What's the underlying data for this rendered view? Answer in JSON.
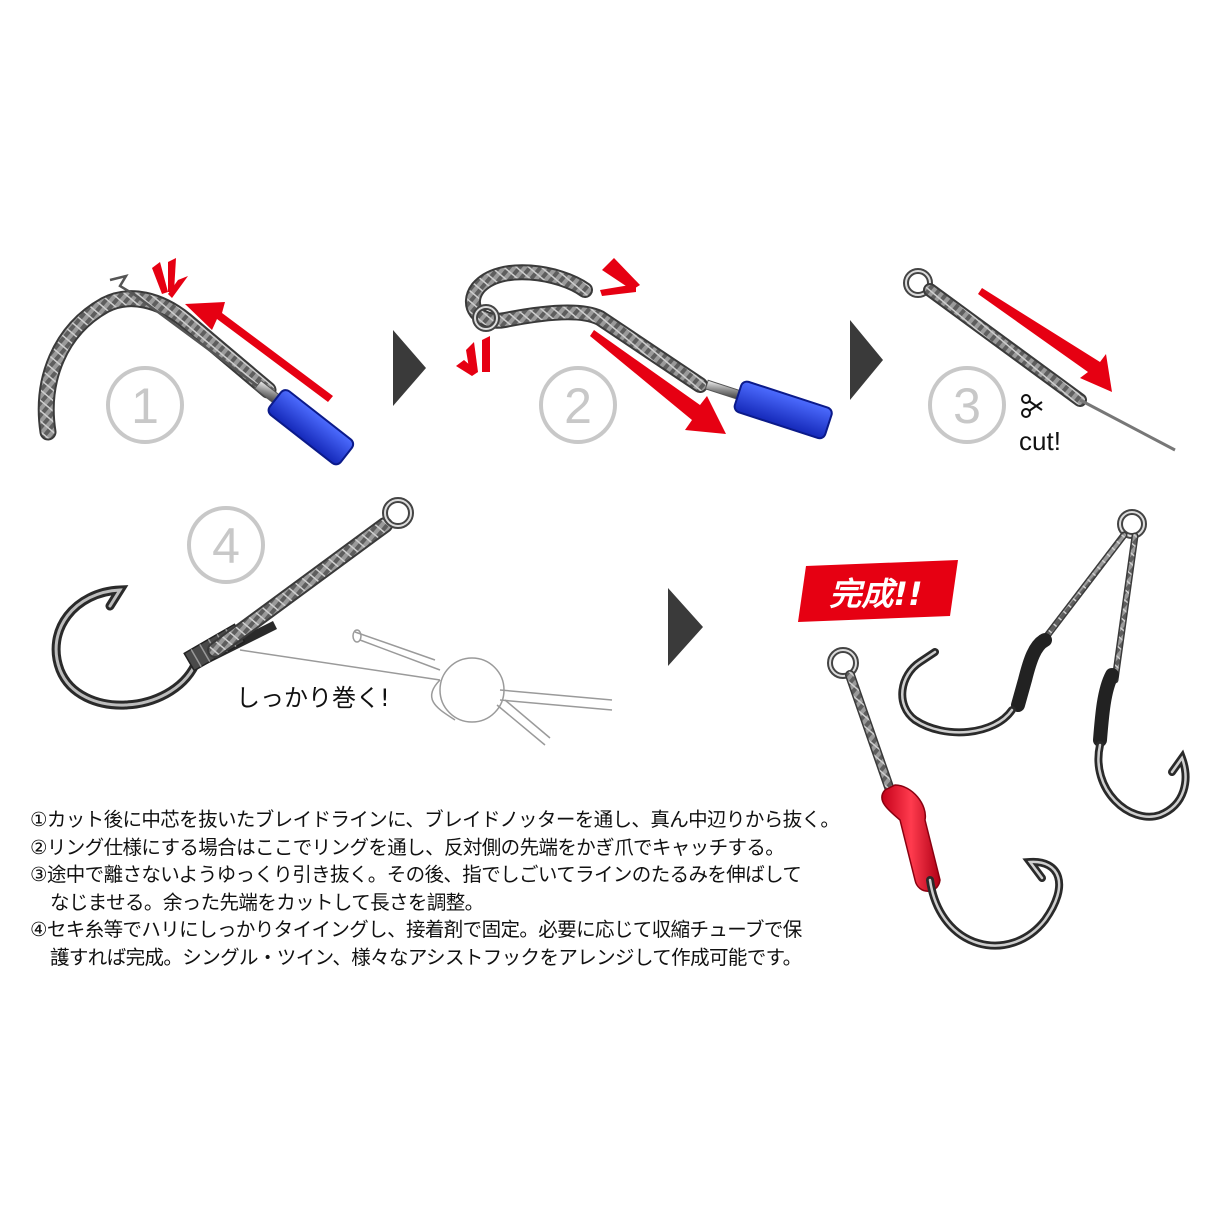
{
  "steps": [
    {
      "number": "1"
    },
    {
      "number": "2"
    },
    {
      "number": "3",
      "cut_label": "cut!"
    },
    {
      "number": "4",
      "wrap_label": "しっかり巻く!"
    }
  ],
  "complete_badge": "完成!!",
  "instructions": [
    "①カット後に中芯を抜いたブレイドラインに、ブレイドノッターを通し、真ん中辺りから抜く。",
    "②リング仕様にする場合はここでリングを通し、反対側の先端をかぎ爪でキャッチする。",
    "③途中で離さないようゆっくり引き抜く。その後、指でしごいてラインのたるみを伸ばして",
    "なじませる。余った先端をカットして長さを調整。",
    "④セキ糸等でハリにしっかりタイイングし、接着剤で固定。必要に応じて収縮チューブで保",
    "護すれば完成。シングル・ツイン、様々なアシストフックをアレンジして作成可能です。"
  ],
  "colors": {
    "accent_red": "#e60012",
    "tool_blue": "#1f3fd6",
    "braid_gray": "#8a8a8a",
    "circle_gray": "#c8c8c8",
    "arrow_dark": "#3a3a3a"
  },
  "icons": [
    "scissors-icon",
    "step-arrow-icon"
  ]
}
